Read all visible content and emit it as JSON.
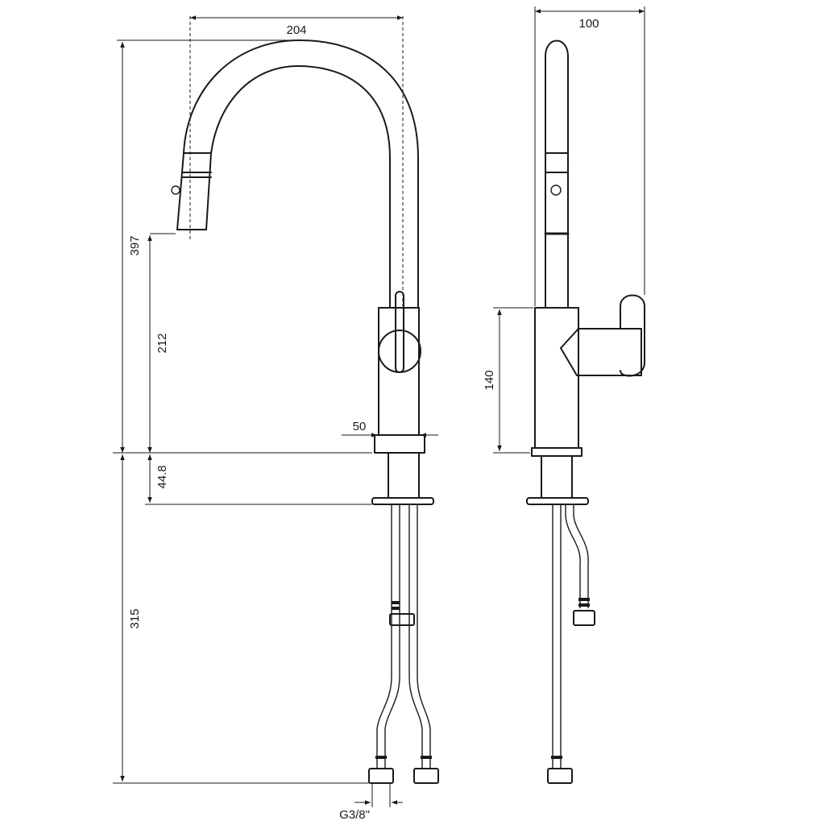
{
  "dimensions": {
    "spout_reach": "204",
    "side_width": "100",
    "total_height": "397",
    "spout_height": "212",
    "body_width": "50",
    "body_height": "140",
    "base_height": "44.8",
    "hose_length": "315",
    "connector_thread": "G3/8\""
  },
  "colors": {
    "line": "#1a1a1a",
    "background": "#ffffff"
  }
}
